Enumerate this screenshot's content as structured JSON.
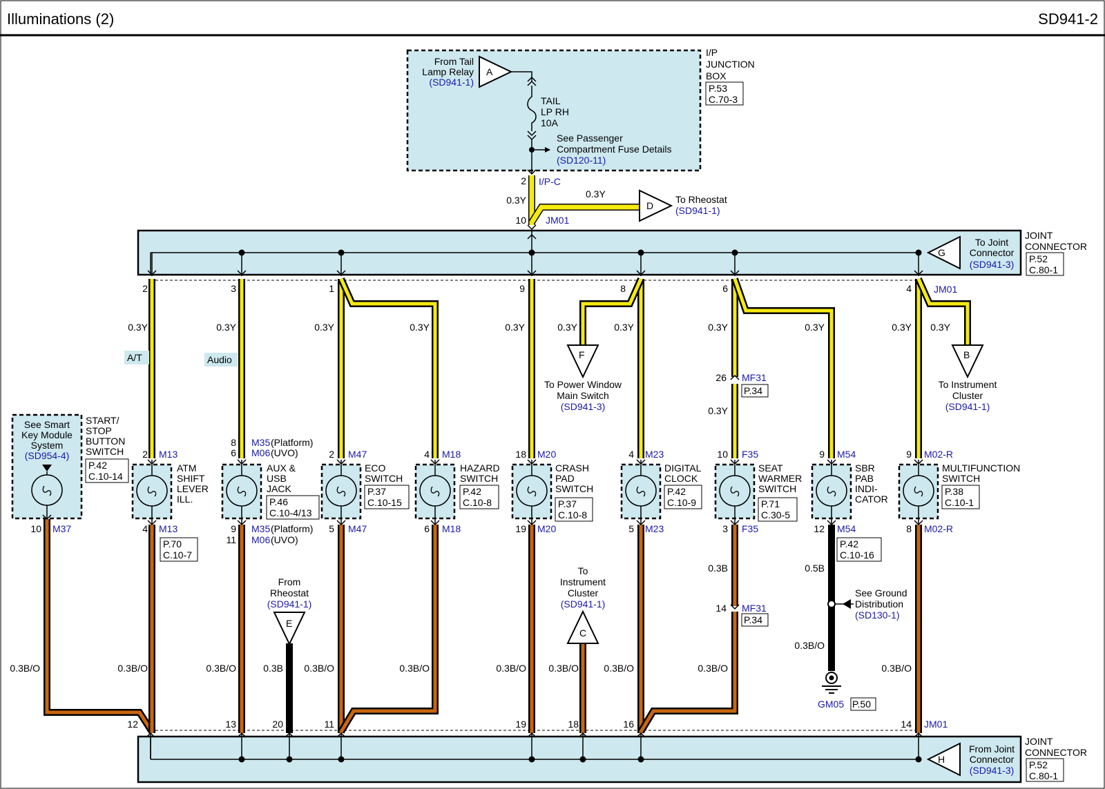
{
  "header": {
    "title": "Illuminations (2)",
    "code": "SD941-2"
  },
  "colors": {
    "box_fill": "#cde8ef",
    "wire_yellow": "#f5ea10",
    "wire_orange": "#c8660e",
    "link_blue": "#1a1aa6"
  },
  "junction_box": {
    "label": [
      "I/P",
      "JUNCTION",
      "BOX"
    ],
    "page_ref": [
      "P.53",
      "C.70-3"
    ],
    "from_a": [
      "From Tail",
      "Lamp Relay"
    ],
    "from_a_ref": "(SD941-1)",
    "connector_a": "A",
    "fuse": [
      "TAIL",
      "LP RH",
      "10A"
    ],
    "fuse_details": [
      "See Passenger",
      "Compartment Fuse Details"
    ],
    "fuse_details_ref": "(SD120-11)",
    "pin": "2",
    "pin_conn": "I/P-C"
  },
  "feed": {
    "wire": "0.3Y",
    "pin": "10",
    "conn": "JM01",
    "rheostat_wire": "0.3Y",
    "rheostat_tag": "D",
    "rheostat_label": "To Rheostat",
    "rheostat_ref": "(SD941-1)"
  },
  "joint_top": {
    "label": [
      "JOINT",
      "CONNECTOR"
    ],
    "page_ref": [
      "P.52",
      "C.80-1"
    ],
    "tag": "G",
    "to": [
      "To Joint",
      "Connector"
    ],
    "to_ref": "(SD941-3)"
  },
  "joint_bottom": {
    "label": [
      "JOINT",
      "CONNECTOR"
    ],
    "page_ref": [
      "P.52",
      "C.80-1"
    ],
    "tag": "H",
    "from": [
      "From Joint",
      "Connector"
    ],
    "from_ref": "(SD941-3)"
  },
  "top_pins": [
    "2",
    "3",
    "1",
    "9",
    "8",
    "6",
    "4"
  ],
  "top_pin_conn": "JM01",
  "top_wires": [
    "0.3Y",
    "0.3Y",
    "0.3Y",
    "0.3Y",
    "0.3Y",
    "0.3Y",
    "0.3Y",
    "0.3Y",
    "0.3Y",
    "0.3Y",
    "0.3Y",
    "0.3Y"
  ],
  "options": {
    "at": "A/T",
    "audio": "Audio"
  },
  "to_power_window": {
    "tag": "F",
    "text": [
      "To Power Window",
      "Main Switch"
    ],
    "ref": "(SD941-3)"
  },
  "to_instrument": {
    "tag": "B",
    "text": [
      "To Instrument",
      "Cluster"
    ],
    "ref": "(SD941-1)"
  },
  "mf31_top": {
    "pin": "26",
    "conn": "MF31",
    "page": "P.34",
    "wire": "0.3Y"
  },
  "smart_key": {
    "text": [
      "See Smart",
      "Key Module",
      "System"
    ],
    "ref": "(SD954-4)",
    "label": [
      "START/",
      "STOP",
      "BUTTON",
      "SWITCH"
    ],
    "page": [
      "P.42",
      "C.10-14"
    ],
    "pin_bot": "10",
    "conn_bot": "M37"
  },
  "components": [
    {
      "name": [
        "ATM",
        "SHIFT",
        "LEVER",
        "ILL."
      ],
      "pin_top": "2",
      "conn_top": "M13",
      "pin_bot": "4",
      "conn_bot": "M13",
      "page": [
        "P.70",
        "C.10-7"
      ]
    },
    {
      "name": [
        "AUX &",
        "USB",
        "JACK"
      ],
      "pin_top": "8",
      "conn_top": "M35",
      "conn_top_note": "(Platform)",
      "pin_top2": "6",
      "conn_top2": "M06",
      "conn_top2_note": "(UVO)",
      "pin_bot": "9",
      "conn_bot": "M35",
      "conn_bot_note": "(Platform)",
      "pin_bot2": "11",
      "conn_bot2": "M06",
      "conn_bot2_note": "(UVO)",
      "page": [
        "P.46",
        "C.10-4/13"
      ]
    },
    {
      "name": [
        "ECO",
        "SWITCH"
      ],
      "pin_top": "2",
      "conn_top": "M47",
      "pin_bot": "5",
      "conn_bot": "M47",
      "page": [
        "P.37",
        "C.10-15"
      ]
    },
    {
      "name": [
        "HAZARD",
        "SWITCH"
      ],
      "pin_top": "4",
      "conn_top": "M18",
      "pin_bot": "6",
      "conn_bot": "M18",
      "page": [
        "P.42",
        "C.10-8"
      ]
    },
    {
      "name": [
        "CRASH",
        "PAD",
        "SWITCH"
      ],
      "pin_top": "18",
      "conn_top": "M20",
      "pin_bot": "19",
      "conn_bot": "M20",
      "page": [
        "P.37",
        "C.10-8"
      ]
    },
    {
      "name": [
        "DIGITAL",
        "CLOCK"
      ],
      "pin_top": "4",
      "conn_top": "M23",
      "pin_bot": "5",
      "conn_bot": "M23",
      "page": [
        "P.42",
        "C.10-9"
      ]
    },
    {
      "name": [
        "SEAT",
        "WARMER",
        "SWITCH"
      ],
      "pin_top": "10",
      "conn_top": "F35",
      "pin_bot": "3",
      "conn_bot": "F35",
      "page": [
        "P.71",
        "C.30-5"
      ]
    },
    {
      "name": [
        "SBR",
        "PAB",
        "INDI-",
        "CATOR"
      ],
      "pin_top": "9",
      "conn_top": "M54",
      "pin_bot": "12",
      "conn_bot": "M54",
      "page": [
        "P.42",
        "C.10-16"
      ]
    },
    {
      "name": [
        "MULTIFUNCTION",
        "SWITCH"
      ],
      "pin_top": "9",
      "conn_top": "M02-R",
      "pin_bot": "8",
      "conn_bot": "M02-R",
      "page": [
        "P.38",
        "C.10-1"
      ]
    }
  ],
  "bottom_wires": [
    "0.3B/O",
    "0.3B/O",
    "0.3B/O",
    "0.3B",
    "0.3B/O",
    "0.3B/O",
    "0.3B/O",
    "0.3B/O",
    "0.3B/O",
    "0.3B/O",
    "0.3B/O",
    "0.3B",
    "0.5B",
    "0.3B/O"
  ],
  "mf31_bottom": {
    "pin": "14",
    "conn": "MF31",
    "page": "P.34"
  },
  "from_rheostat": {
    "tag": "E",
    "text": [
      "From",
      "Rheostat"
    ],
    "ref": "(SD941-1)"
  },
  "to_cluster_c": {
    "tag": "C",
    "text": [
      "To",
      "Instrument",
      "Cluster"
    ],
    "ref": "(SD941-1)"
  },
  "ground_dist": {
    "text": [
      "See Ground",
      "Distribution"
    ],
    "ref": "(SD130-1)"
  },
  "ground": {
    "name": "GM05",
    "page": "P.50"
  },
  "bottom_pins": [
    "12",
    "13",
    "20",
    "11",
    "19",
    "18",
    "16",
    "14"
  ],
  "bottom_pin_conn": "JM01"
}
